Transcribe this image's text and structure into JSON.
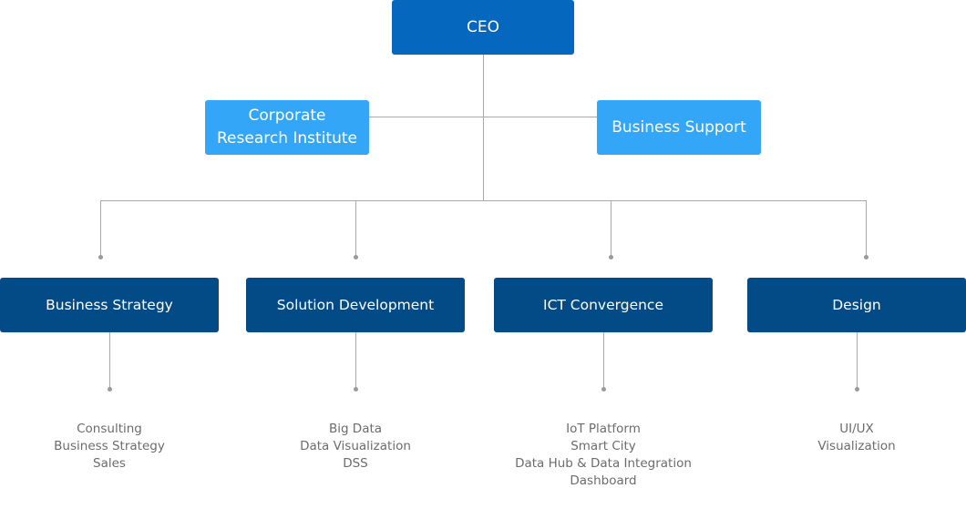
{
  "ceo": {
    "label": "CEO"
  },
  "staff": {
    "left_lines": [
      "Corporate",
      "Research Institute"
    ],
    "right": "Business Support"
  },
  "departments": [
    {
      "label": "Business Strategy",
      "items": [
        "Consulting",
        "Business Strategy",
        "Sales"
      ]
    },
    {
      "label": "Solution Development",
      "items": [
        "Big Data",
        "Data Visualization",
        "DSS"
      ]
    },
    {
      "label": "ICT Convergence",
      "items": [
        "IoT Platform",
        "Smart City",
        "Data Hub & Data Integration",
        "Dashboard"
      ]
    },
    {
      "label": "Design",
      "items": [
        "UI/UX",
        "Visualization"
      ]
    }
  ],
  "colors": {
    "ceo": "#0667bf",
    "staff": "#33a6f8",
    "department": "#034b87",
    "connector": "#a9a9a9",
    "sub_text": "#6c6c6c"
  }
}
